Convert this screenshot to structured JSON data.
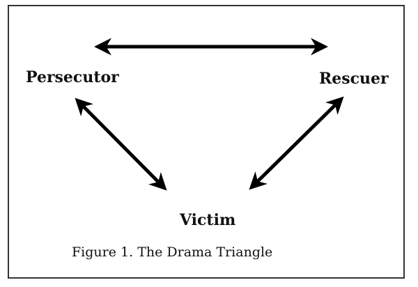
{
  "diagram": {
    "nodes": {
      "persecutor": "Persecutor",
      "rescuer": "Rescuer",
      "victim": "Victim"
    },
    "edges": [
      {
        "from": "Persecutor",
        "to": "Rescuer",
        "type": "bidirectional"
      },
      {
        "from": "Persecutor",
        "to": "Victim",
        "type": "bidirectional"
      },
      {
        "from": "Rescuer",
        "to": "Victim",
        "type": "bidirectional"
      }
    ],
    "caption": "Figure 1. The Drama Triangle"
  },
  "colors": {
    "stroke": "#000000",
    "border": "#333333"
  }
}
